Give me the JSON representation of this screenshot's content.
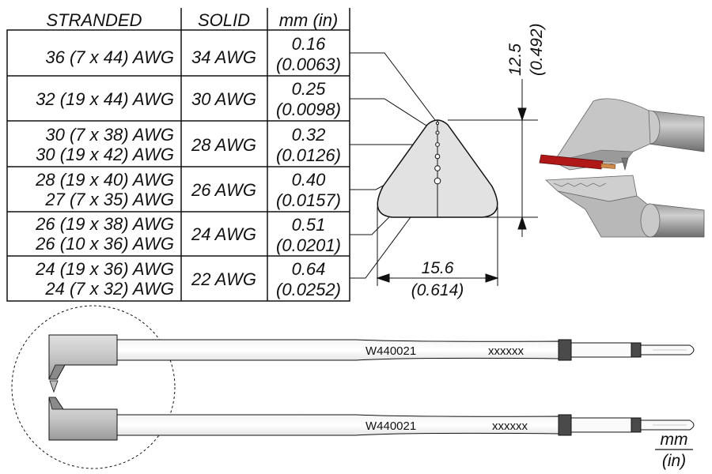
{
  "table": {
    "headers": [
      "STRANDED",
      "SOLID",
      "mm (in)"
    ],
    "rows": [
      {
        "stranded": [
          "36 (7 x 44) AWG"
        ],
        "solid": "34 AWG",
        "mm": "0.16",
        "in": "(0.0063)"
      },
      {
        "stranded": [
          "32 (19 x 44) AWG"
        ],
        "solid": "30 AWG",
        "mm": "0.25",
        "in": "(0.0098)"
      },
      {
        "stranded": [
          "30 (7 x 38) AWG",
          "30 (19 x 42) AWG"
        ],
        "solid": "28 AWG",
        "mm": "0.32",
        "in": "(0.0126)"
      },
      {
        "stranded": [
          "28 (19 x 40) AWG",
          "27 (7 x 35) AWG"
        ],
        "solid": "26 AWG",
        "mm": "0.40",
        "in": "(0.0157)"
      },
      {
        "stranded": [
          "26 (19 x 38) AWG",
          "26 (10 x 36) AWG"
        ],
        "solid": "24 AWG",
        "mm": "0.51",
        "in": "(0.0201)"
      },
      {
        "stranded": [
          "24 (19 x 36) AWG",
          "24 (7 x 32) AWG"
        ],
        "solid": "22 AWG",
        "mm": "0.64",
        "in": "(0.0252)"
      }
    ]
  },
  "dimensions": {
    "height_mm": "12.5",
    "height_in": "(0.492)",
    "width_mm": "15.6",
    "width_in": "(0.614)"
  },
  "tips": [
    {
      "part_number": "W440021",
      "code": "xxxxxx"
    },
    {
      "part_number": "W440021",
      "code": "xxxxxx"
    }
  ],
  "units": {
    "primary": "mm",
    "secondary": "(in)"
  },
  "colors": {
    "tip_body": "#d9d9d9",
    "tip_dark": "#7a7a7a",
    "band": "#4a4a4a",
    "wire_insulation": "#b01818",
    "wire_copper": "#d08a4a",
    "profile_fill": "#e2e2e2",
    "line": "#111111"
  }
}
